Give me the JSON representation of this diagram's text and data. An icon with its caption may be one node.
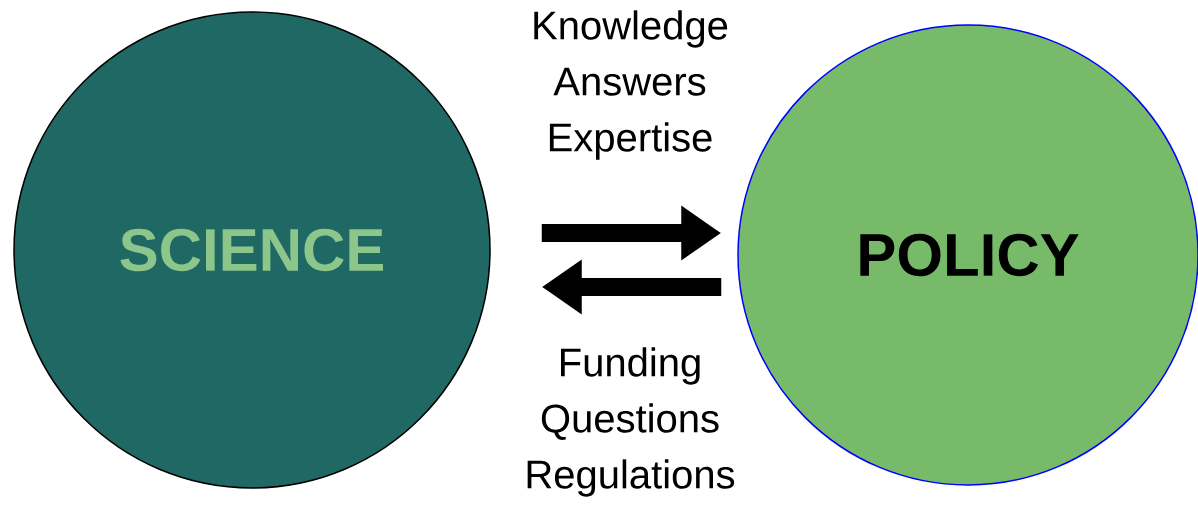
{
  "diagram": {
    "nodes": [
      {
        "text": [
          "SCIENCE"
        ]
      },
      {
        "text": [
          "POLICY"
        ]
      }
    ],
    "edges": [
      {
        "from": 0,
        "to": 1,
        "arrow": "to",
        "label": "Knowledge Answers Expertise"
      },
      {
        "from": 1,
        "to": 0,
        "arrow": "to",
        "label": "Funding Questions Regulations"
      }
    ]
  }
}
